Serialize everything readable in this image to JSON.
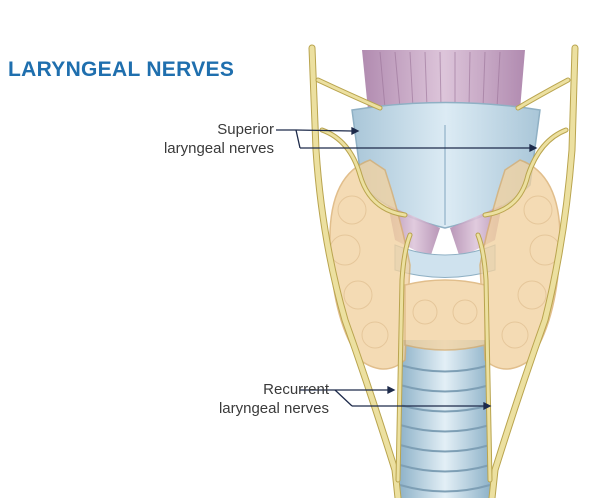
{
  "diagram": {
    "title": "LARYNGEAL NERVES",
    "labels": {
      "superior": {
        "line1": "Superior",
        "line2": "laryngeal nerves"
      },
      "recurrent": {
        "line1": "Recurrent",
        "line2": "laryngeal nerves"
      }
    },
    "colors": {
      "title": "#1f6fae",
      "nerve": "#e9d98a",
      "nerve_outline": "#b9a44e",
      "cartilage": "#c9dde9",
      "thyroid_gland": "#f3d7a6",
      "muscle": "#c8a6c4",
      "leader_line": "#1d2a4a"
    }
  }
}
